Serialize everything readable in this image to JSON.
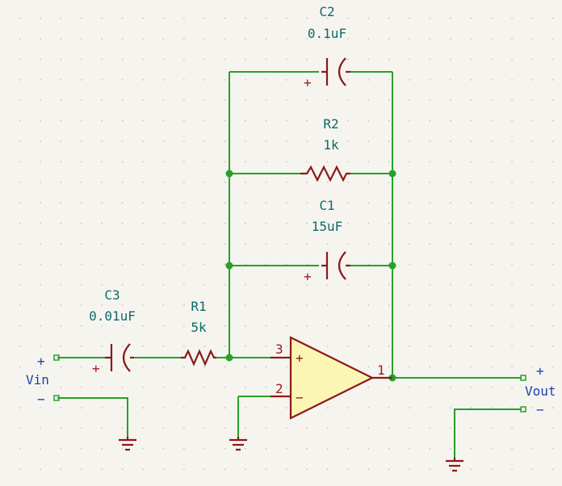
{
  "components": {
    "c1": {
      "ref": "C1",
      "value": "15uF"
    },
    "c2": {
      "ref": "C2",
      "value": "0.1uF"
    },
    "c3": {
      "ref": "C3",
      "value": "0.01uF"
    },
    "r1": {
      "ref": "R1",
      "value": "5k"
    },
    "r2": {
      "ref": "R2",
      "value": "1k"
    }
  },
  "opamp": {
    "pin_noninv": "3",
    "pin_inv": "2",
    "pin_out": "1",
    "plus_sign": "+",
    "minus_sign": "−"
  },
  "ports": {
    "vin": {
      "label": "Vin",
      "plus": "+",
      "minus": "−"
    },
    "vout": {
      "label": "Vout",
      "plus": "+",
      "minus": "−"
    }
  },
  "cap_polarity": "+",
  "colors": {
    "wire": "#27a127",
    "component": "#8b1a1a",
    "reference": "#0f6a6a",
    "port_label": "#1d3fb0",
    "opamp_fill": "#fbf6b4"
  }
}
